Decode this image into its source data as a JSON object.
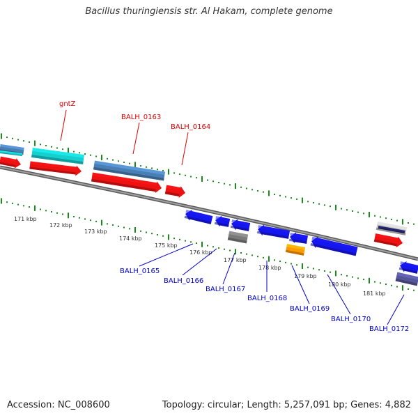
{
  "title": "Bacillus thuringiensis str. Al Hakam, complete genome",
  "footer": {
    "accession": "Accession: NC_008600",
    "summary": "Topology: circular; Length: 5,257,091 bp; Genes: 4,882"
  },
  "colors": {
    "backbone": "#8c8c8c",
    "tick_green": "#1a8a1a",
    "label_forward": "#dd0000",
    "label_reverse": "#0000cc",
    "cds": "#ee1111",
    "gene_blue": "#1515ee",
    "cyan": "#16cfcf",
    "steel": "#4a7fb5",
    "gray": "#7a7a7a",
    "orange": "#ff9900",
    "slate": "#555599",
    "navy": "#222266",
    "silver": "#c4c4c4"
  },
  "scale_labels": [
    "171 kbp",
    "172 kbp",
    "173 kbp",
    "174 kbp",
    "175 kbp",
    "176 kbp",
    "177 kbp",
    "178 kbp",
    "179 kbp",
    "180 kbp",
    "181 kbp"
  ],
  "forward_labels": [
    "gntZ",
    "BALH_0163",
    "BALH_0164"
  ],
  "reverse_labels": [
    "BALH_0165",
    "BALH_0166",
    "BALH_0167",
    "BALH_0168",
    "BALH_0169",
    "BALH_0170",
    "BALH_0172"
  ]
}
